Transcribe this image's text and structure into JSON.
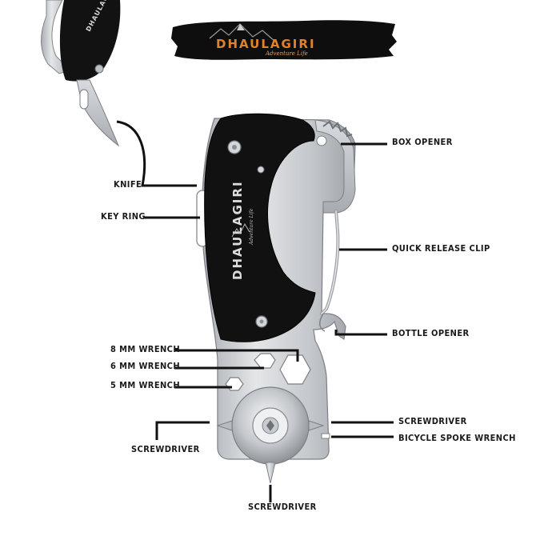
{
  "brand": {
    "name": "DHAULAGIRI",
    "tagline": "Adventure Life"
  },
  "labels": {
    "box_opener": "BOX OPENER",
    "knife": "KNIFE",
    "key_ring": "KEY RING",
    "quick_release_clip": "QUICK RELEASE CLIP",
    "bottle_opener": "BOTTLE OPENER",
    "wrench_8mm": "8 MM WRENCH",
    "wrench_6mm": "6 MM WRENCH",
    "wrench_5mm": "5 MM WRENCH",
    "screwdriver_right": "SCREWDRIVER",
    "bicycle_spoke_wrench": "BICYCLE SPOKE WRENCH",
    "screwdriver_left": "SCREWDRIVER",
    "screwdriver_bottom": "SCREWDRIVER"
  },
  "colors": {
    "handle": "#111111",
    "steel": "#c9cccf",
    "steel_dark": "#8d9196",
    "brand_orange": "#e0822a",
    "leader": "#111111"
  }
}
